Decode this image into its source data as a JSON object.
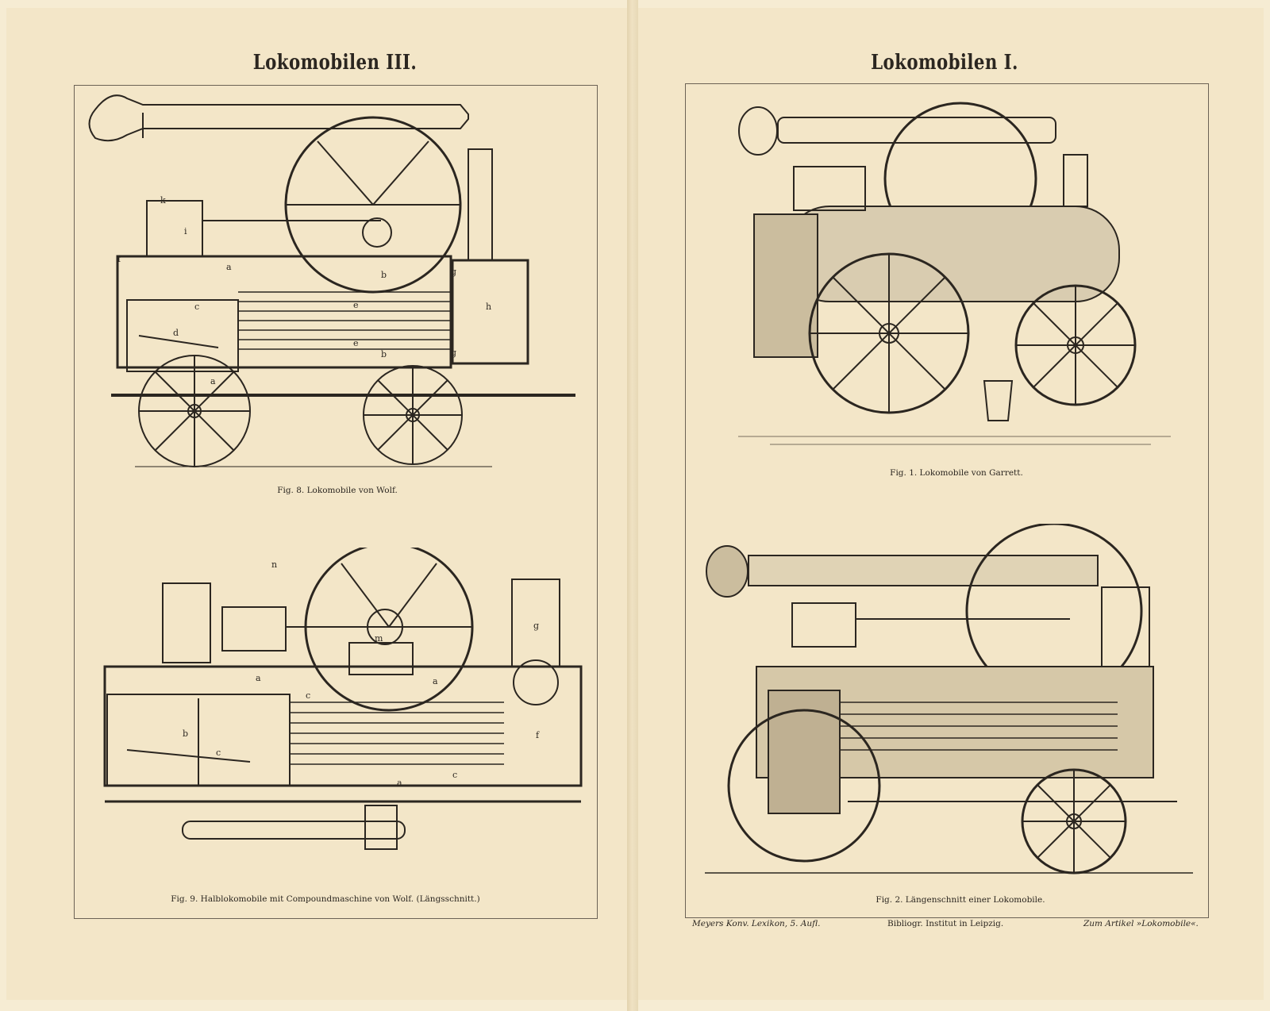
{
  "left_page": {
    "title": "Lokomobilen III.",
    "fig8_caption": "Fig. 8.  Lokomobile von Wolf.",
    "fig9_caption": "Fig. 9.  Halblokomobile mit Compoundmaschine von Wolf.  (Längsschnitt.)",
    "fig8_labels": [
      "k",
      "i",
      "f",
      "a",
      "b",
      "c",
      "e",
      "d",
      "e",
      "b",
      "a",
      "g",
      "g",
      "h"
    ],
    "fig9_labels": [
      "n",
      "m",
      "a",
      "a",
      "c",
      "b",
      "c",
      "a",
      "c",
      "g",
      "f"
    ]
  },
  "right_page": {
    "title": "Lokomobilen I.",
    "fig1_caption": "Fig. 1.  Lokomobile von Garrett.",
    "fig2_caption": "Fig. 2.  Längenschnitt einer Lokomobile.",
    "footer_left": "Meyers Konv. Lexikon, 5. Aufl.",
    "footer_center": "Bibliogr. Institut in Leipzig.",
    "footer_right": "Zum Artikel »Lokomobile«."
  }
}
